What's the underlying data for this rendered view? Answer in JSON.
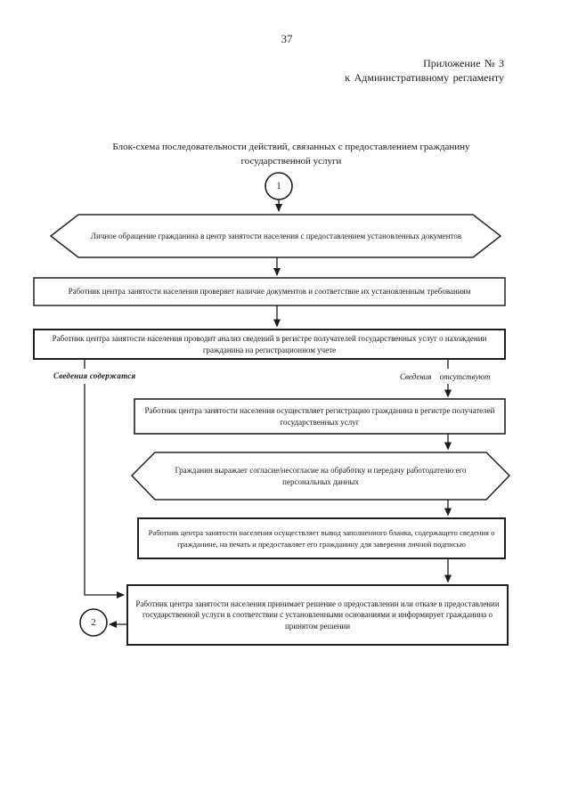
{
  "page": {
    "number": "37",
    "appendix_line1": "Приложение № 3",
    "appendix_line2": "к Административному регламенту",
    "title_line1": "Блок-схема последовательности действий, связанных с предоставлением гражданину",
    "title_line2": "государственной услуги"
  },
  "flowchart": {
    "connector_start": "1",
    "connector_end": "2",
    "branch_left_label": "Сведения содержатся",
    "branch_right_label": "Сведения отсутствуют",
    "steps": [
      {
        "shape": "hexagon",
        "text": "Личное обращение гражданина в центр занятости населения с предоставлением установленных документов"
      },
      {
        "shape": "rect",
        "text": "Работник центра занятости населения проверяет наличие документов и соответствие их установленным требованиям"
      },
      {
        "shape": "rect",
        "text": "Работник центра занятости населения проводит анализ сведений в регистре получателей государственных услуг о нахождении гражданина на регистрационном учете"
      },
      {
        "shape": "rect",
        "text": "Работник центра занятости населения осуществляет регистрацию гражданина в регистре получателей государственных услуг"
      },
      {
        "shape": "hexagon",
        "text": "Гражданин выражает согласие/несогласие на обработку и передачу работодателю его персональных данных"
      },
      {
        "shape": "rect",
        "text": "Работник центра занятости населения осуществляет вывод заполненного бланка, содержащего сведения о гражданине, на печать и предоставляет его гражданину для заверения личной подписью"
      },
      {
        "shape": "rect",
        "text": "Работник центра занятости населения принимает решение о предоставлении или отказе в предоставлении государственной услуги в соответствии с установленными основаниями и информирует гражданина о принятом решении"
      }
    ],
    "line_color": "#222222"
  }
}
